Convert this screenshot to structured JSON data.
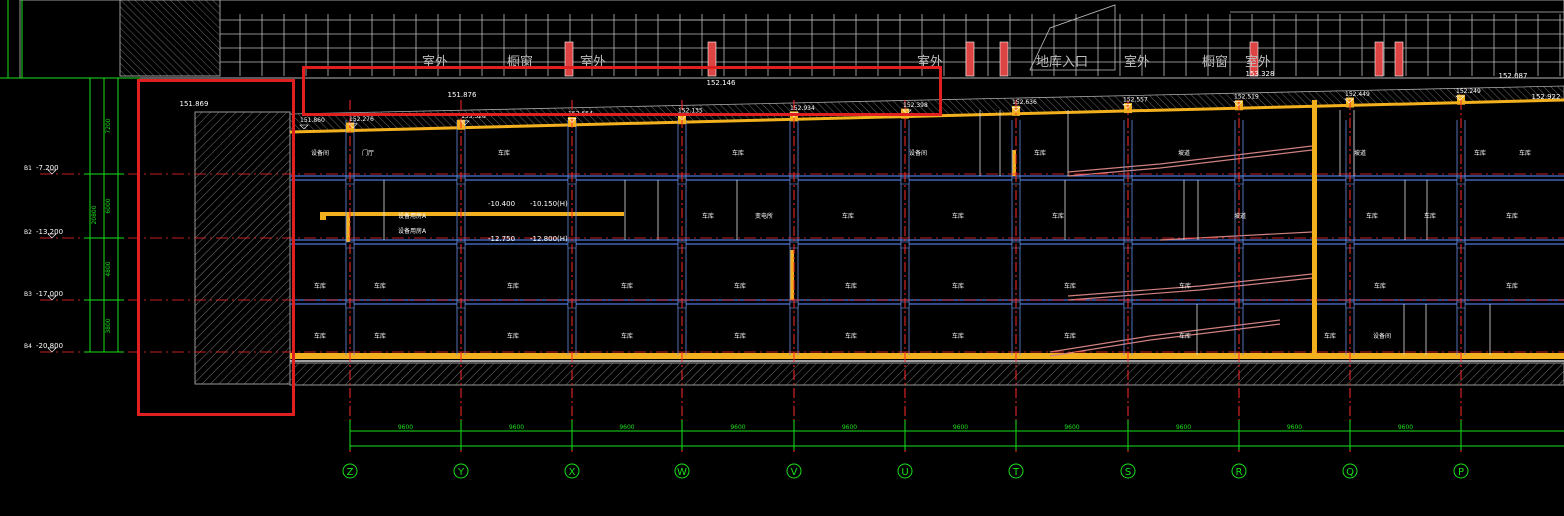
{
  "colors": {
    "background": "#000000",
    "slab": "#f2b01e",
    "wall": "#8a8a8a",
    "grid_line": "#ff2a2a",
    "dimension": "#19e019",
    "thin_line": "#4a78d8",
    "text": "#ffffff",
    "highlight": "#e02020",
    "facade": "#bdbdbd",
    "ramp": "#d08080"
  },
  "facade_labels": [
    "室外",
    "橱窗",
    "室外",
    "室外",
    "地库入口",
    "室外",
    "橱窗",
    "室外"
  ],
  "top_elevations": [
    "151.869",
    "151.876",
    "152.146",
    "153.328",
    "152.087",
    "152.922"
  ],
  "slab_elevations": [
    "151.860",
    "152.276",
    "153.328",
    "152.664",
    "152.135",
    "152.934",
    "152.398",
    "152.636",
    "152.557",
    "152.519",
    "152.449",
    "152.249"
  ],
  "level_markers": [
    "-7.200",
    "-13.200",
    "-17.000",
    "-20.800"
  ],
  "level_codes": [
    "B1",
    "B2",
    "B3",
    "B4"
  ],
  "dim_vertical": [
    "7200",
    "6000",
    "4800",
    "3800"
  ],
  "dim_total": "20800",
  "inner_marks": [
    "-10.400",
    "-10.150(H)",
    "-12.750",
    "-12.800(H)"
  ],
  "room_labels": {
    "row1": [
      "设备间",
      "门厅",
      "车库",
      "车库",
      "设备间",
      "车库",
      "坡道",
      "坡道",
      "车库",
      "车库"
    ],
    "row2": [
      "设备用房A",
      "设备用房A",
      "车库",
      "变电所",
      "车库",
      "车库",
      "车库",
      "坡道",
      "车库",
      "车库",
      "车库"
    ],
    "row3": [
      "车库",
      "车库",
      "车库",
      "车库",
      "车库",
      "车库",
      "车库",
      "车库",
      "车库",
      "车库",
      "车库"
    ],
    "row4": [
      "车库",
      "车库",
      "车库",
      "车库",
      "车库",
      "车库",
      "车库",
      "车库",
      "车库",
      "车库",
      "设备间"
    ]
  },
  "grid_axes": [
    "Z",
    "Y",
    "X",
    "W",
    "V",
    "U",
    "T",
    "S",
    "R",
    "Q",
    "P"
  ],
  "span_dims": [
    "9600",
    "9600",
    "9600",
    "9600",
    "9600",
    "9600",
    "9600",
    "9600",
    "9600",
    "9600"
  ]
}
